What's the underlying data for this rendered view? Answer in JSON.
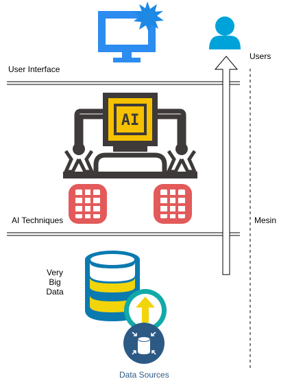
{
  "layers": {
    "user_interface": "User Interface",
    "ai_techniques": "AI Techniques"
  },
  "actors": {
    "users": "Users",
    "machine": "Mesin"
  },
  "data_store": {
    "label_lines": [
      "Very",
      "Big",
      "Data"
    ],
    "sources": "Data Sources"
  },
  "chip_text": "AI",
  "colors": {
    "monitor": "#2d8cf0",
    "burst": "#1e88e5",
    "user": "#00a3d9",
    "robot_dark": "#3d3a39",
    "robot_yellow": "#f6c100",
    "robot_red": "#e35a5a",
    "db_blue": "#0a7ab0",
    "db_yellow": "#f2d40a",
    "upload_ring": "#12aaa8",
    "upload_arrow": "#f2d40a",
    "source_circle": "#2c5a85",
    "caption": "#2c5a85"
  }
}
